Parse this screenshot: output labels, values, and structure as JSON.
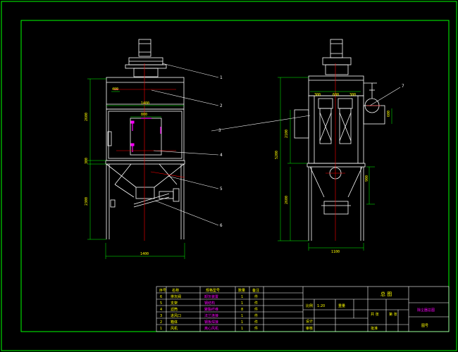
{
  "colors": {
    "background": "#000000",
    "frame": "#00ff00",
    "outline": "#ffffff",
    "centerline": "#ff0000",
    "dimension": "#00ff00",
    "text": "#ffff00",
    "highlight": "#ff00ff",
    "shaft": "#ff0000"
  },
  "callouts": [
    "1",
    "2",
    "3",
    "4",
    "5",
    "6"
  ],
  "right_callout": "7",
  "dimensions": {
    "left_top_width": "1400",
    "left_inner_width": "800",
    "left_small": "400",
    "left_base_width": "1400",
    "left_height_upper": "2600",
    "left_height_mid": "300",
    "left_height_lower": "2300",
    "right_top_a": "300",
    "right_top_b": "600",
    "right_top_c": "300",
    "right_total_height": "5200",
    "right_mid_height": "2100",
    "right_lower_height": "2600",
    "right_side_height": "900",
    "right_base_width": "1100",
    "right_outlet": "600"
  },
  "title_block": {
    "rows": [
      [
        "6",
        "排灰阀",
        "卸灰装置",
        "1",
        "件"
      ],
      [
        "5",
        "支架",
        "钢结构",
        "1",
        "件"
      ],
      [
        "4",
        "滤筒",
        "聚酯纤维",
        "8",
        "件"
      ],
      [
        "3",
        "进风口",
        "法兰连接",
        "1",
        "件"
      ],
      [
        "2",
        "箱体",
        "钢板焊接",
        "1",
        "件"
      ],
      [
        "1",
        "风机",
        "离心风机",
        "1",
        "件"
      ]
    ],
    "header": [
      "序号",
      "名称",
      "规格型号",
      "数量",
      "备注"
    ],
    "drawing_name": "总 图",
    "company": "除尘器总图",
    "scale_label": "比例",
    "scale_value": "1:20",
    "weight_label": "重量",
    "sheet_label": "共 张",
    "sheet_of": "第 张",
    "code": "图号",
    "designer": "设计",
    "checker": "审核",
    "approver": "批准"
  }
}
